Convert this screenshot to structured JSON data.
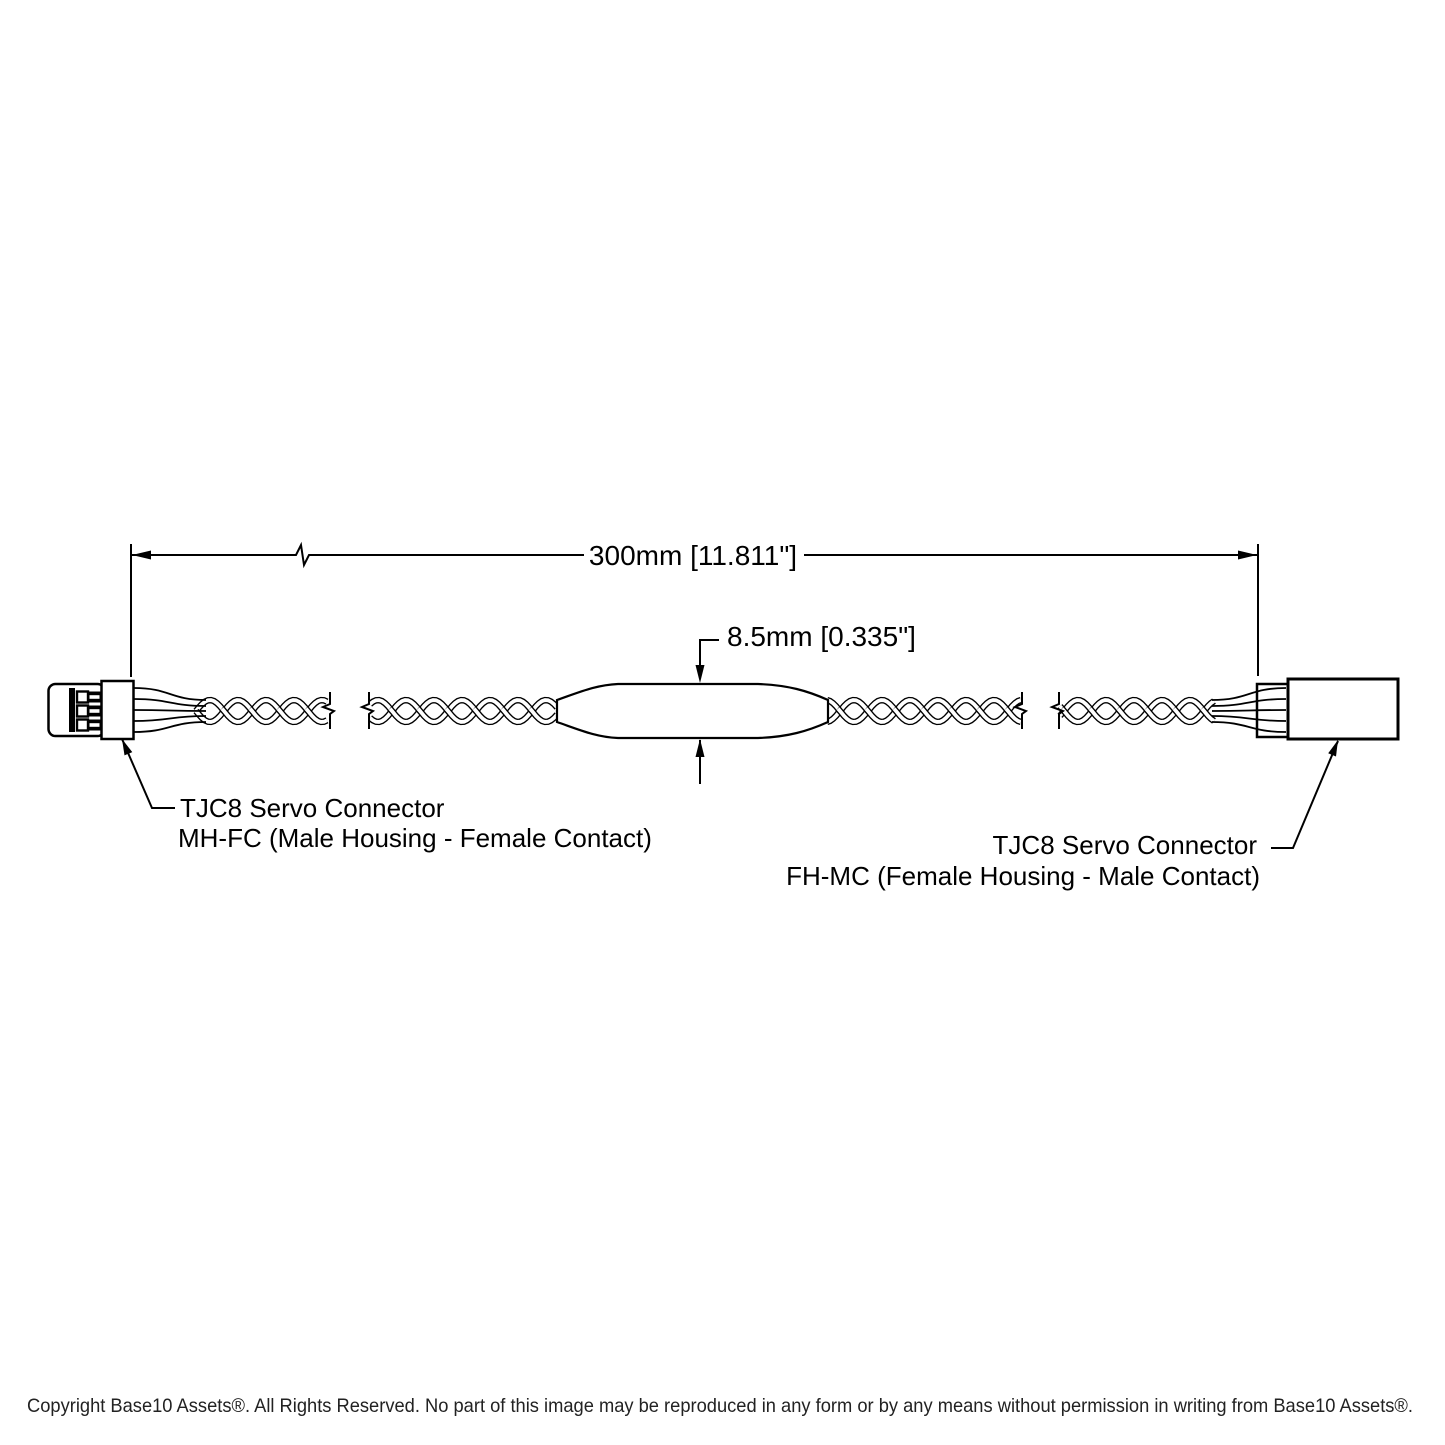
{
  "drawing": {
    "dim_length_label": "300mm [11.811\"]",
    "dim_width_label": "8.5mm [0.335\"]",
    "left_connector": {
      "line1": "TJC8 Servo Connector",
      "line2": "MH-FC (Male Housing - Female Contact)"
    },
    "right_connector": {
      "line1": "TJC8 Servo Connector",
      "line2": "FH-MC (Female Housing - Male Contact)"
    }
  },
  "footer": {
    "copyright": "Copyright Base10 Assets®.  All Rights Reserved. No part of this image may be reproduced in any form or by any means without permission in writing from Base10 Assets®."
  },
  "colors": {
    "line": "#000000",
    "background": "#ffffff"
  }
}
